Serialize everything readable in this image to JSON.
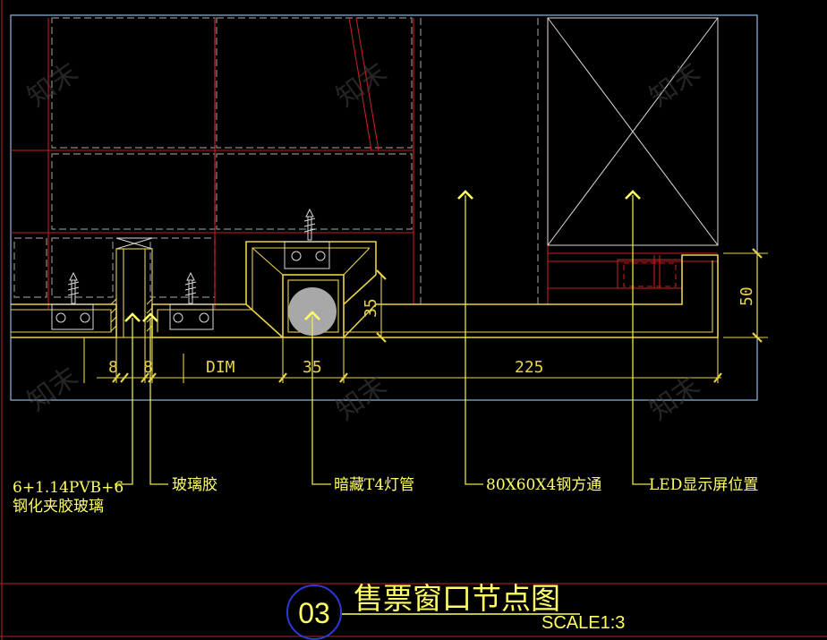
{
  "dimensions": {
    "d8a": "8",
    "d8b": "8",
    "dim": "DIM",
    "d35_bottom": "35",
    "d225": "225",
    "d35_side": "35",
    "d50": "50"
  },
  "callouts": {
    "glass_line1": "6+1.14PVB+6",
    "glass_line2": "钢化夹胶玻璃",
    "glass_glue": "玻璃胶",
    "hidden_tube": "暗藏T4灯管",
    "steel_tube": "80X60X4钢方通",
    "led_screen": "LED显示屏位置"
  },
  "title_block": {
    "number": "03",
    "title": "售票窗口节点图",
    "scale": "SCALE1:3"
  },
  "watermark": "知末",
  "colors": {
    "background": "#000000",
    "yellow": "#e8d24a",
    "red": "#c02020",
    "cyan_border": "#8fb8e0",
    "title_circle": "#2a3ad8"
  }
}
